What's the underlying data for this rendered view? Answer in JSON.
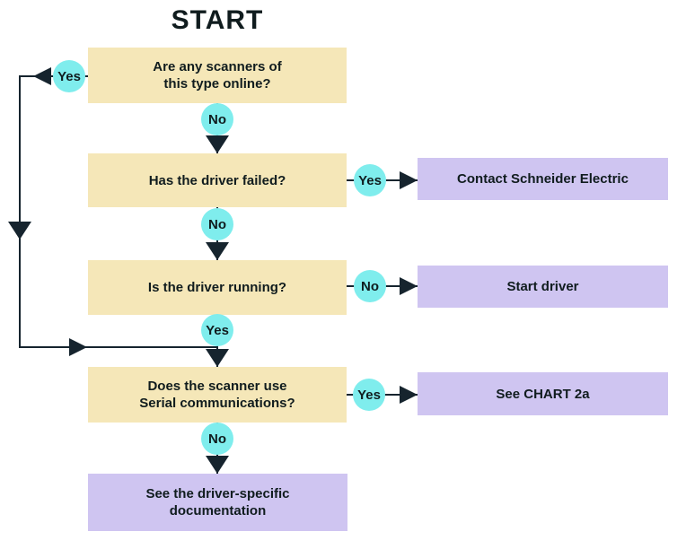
{
  "title": "START",
  "colors": {
    "question_fill": "#f5e7b8",
    "action_fill": "#cfc5f1",
    "label_fill": "#7feded",
    "line_dark": "#16242e",
    "text_dark": "#101c1e"
  },
  "nodes": {
    "q1": {
      "label": "Are any scanners of\nthis type online?"
    },
    "q2": {
      "label": "Has the driver failed?"
    },
    "q3": {
      "label": "Is the driver running?"
    },
    "q4": {
      "label": "Does the scanner use\nSerial communications?"
    },
    "contact": {
      "label": "Contact Schneider Electric"
    },
    "start_driver": {
      "label": "Start driver"
    },
    "see_chart": {
      "label": "See CHART 2a"
    },
    "docs": {
      "label": "See the driver-specific\ndocumentation"
    }
  },
  "edge_labels": {
    "q1_yes": "Yes",
    "q1_no": "No",
    "q2_yes": "Yes",
    "q2_no": "No",
    "q3_no": "No",
    "q3_yes": "Yes",
    "q4_yes": "Yes",
    "q4_no": "No"
  }
}
